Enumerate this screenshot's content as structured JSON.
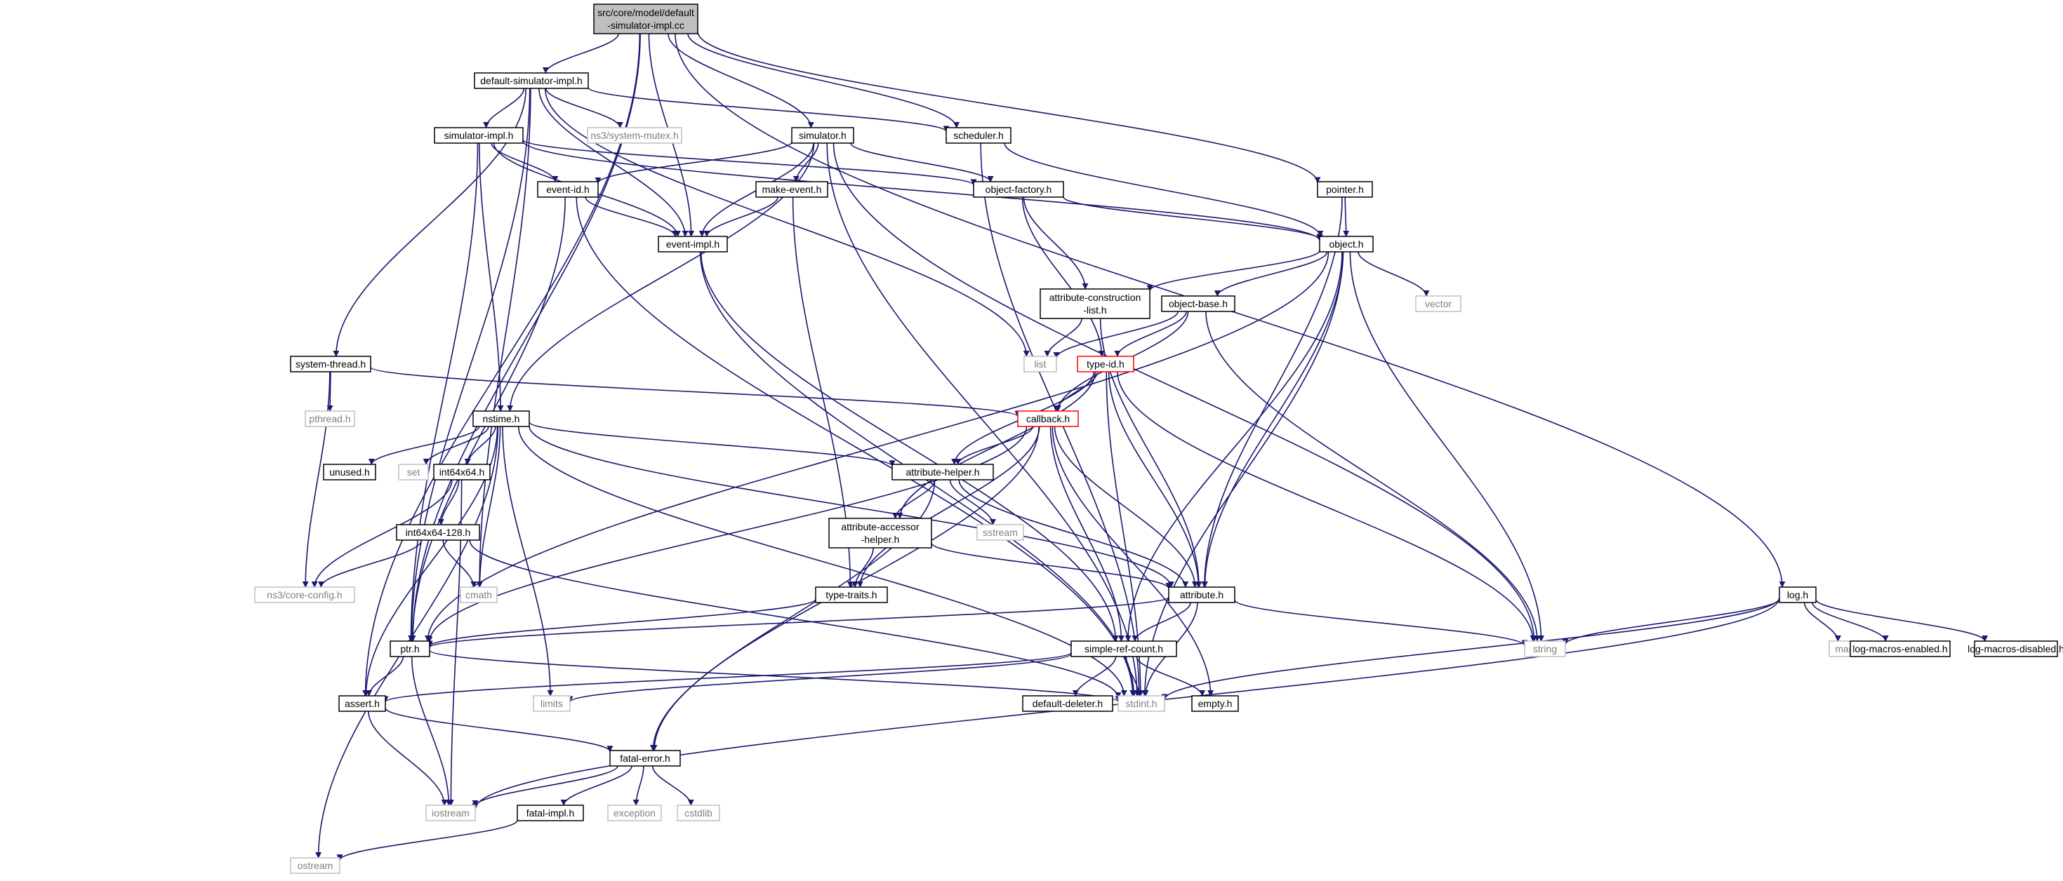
{
  "colors": {
    "edge": "#191970",
    "node_border": "#000000",
    "external_border": "#bfbfbf",
    "external_text": "#7f7f7f",
    "root_fill": "#bfbfbf",
    "truncated_border": "#ff0000",
    "text": "#000000"
  },
  "nodes": [
    {
      "id": "root",
      "lines": [
        "src/core/model/default",
        "-simulator-impl.cc"
      ],
      "kind": "root"
    },
    {
      "id": "default_simulator_impl_h",
      "lines": [
        "default-simulator-impl.h"
      ],
      "kind": "normal"
    },
    {
      "id": "simulator_h",
      "lines": [
        "simulator.h"
      ],
      "kind": "normal"
    },
    {
      "id": "scheduler_h",
      "lines": [
        "scheduler.h"
      ],
      "kind": "normal"
    },
    {
      "id": "simulator_impl_h",
      "lines": [
        "simulator-impl.h"
      ],
      "kind": "normal"
    },
    {
      "id": "system_mutex_h",
      "lines": [
        "ns3/system-mutex.h"
      ],
      "kind": "external"
    },
    {
      "id": "pointer_h",
      "lines": [
        "pointer.h"
      ],
      "kind": "normal"
    },
    {
      "id": "event_id_h",
      "lines": [
        "event-id.h"
      ],
      "kind": "normal"
    },
    {
      "id": "make_event_h",
      "lines": [
        "make-event.h"
      ],
      "kind": "normal"
    },
    {
      "id": "object_factory_h",
      "lines": [
        "object-factory.h"
      ],
      "kind": "normal"
    },
    {
      "id": "event_impl_h",
      "lines": [
        "event-impl.h"
      ],
      "kind": "normal"
    },
    {
      "id": "object_h",
      "lines": [
        "object.h"
      ],
      "kind": "normal"
    },
    {
      "id": "attr_construction_list_h",
      "lines": [
        "attribute-construction",
        "-list.h"
      ],
      "kind": "normal"
    },
    {
      "id": "object_base_h",
      "lines": [
        "object-base.h"
      ],
      "kind": "normal"
    },
    {
      "id": "vector",
      "lines": [
        "vector"
      ],
      "kind": "external"
    },
    {
      "id": "list",
      "lines": [
        "list"
      ],
      "kind": "external"
    },
    {
      "id": "type_id_h",
      "lines": [
        "type-id.h"
      ],
      "kind": "truncated"
    },
    {
      "id": "system_thread_h",
      "lines": [
        "system-thread.h"
      ],
      "kind": "normal"
    },
    {
      "id": "pthread_h",
      "lines": [
        "pthread.h"
      ],
      "kind": "external"
    },
    {
      "id": "nstime_h",
      "lines": [
        "nstime.h"
      ],
      "kind": "normal"
    },
    {
      "id": "callback_h",
      "lines": [
        "callback.h"
      ],
      "kind": "truncated"
    },
    {
      "id": "unused_h",
      "lines": [
        "unused.h"
      ],
      "kind": "normal"
    },
    {
      "id": "set",
      "lines": [
        "set"
      ],
      "kind": "external"
    },
    {
      "id": "int64x64_h",
      "lines": [
        "int64x64.h"
      ],
      "kind": "normal"
    },
    {
      "id": "attribute_helper_h",
      "lines": [
        "attribute-helper.h"
      ],
      "kind": "normal"
    },
    {
      "id": "sstream",
      "lines": [
        "sstream"
      ],
      "kind": "external"
    },
    {
      "id": "attr_accessor_helper_h",
      "lines": [
        "attribute-accessor",
        "-helper.h"
      ],
      "kind": "normal"
    },
    {
      "id": "int64x64_128_h",
      "lines": [
        "int64x64-128.h"
      ],
      "kind": "normal"
    },
    {
      "id": "core_config_h",
      "lines": [
        "ns3/core-config.h"
      ],
      "kind": "external"
    },
    {
      "id": "cmath",
      "lines": [
        "cmath"
      ],
      "kind": "external"
    },
    {
      "id": "type_traits_h",
      "lines": [
        "type-traits.h"
      ],
      "kind": "normal"
    },
    {
      "id": "attribute_h",
      "lines": [
        "attribute.h"
      ],
      "kind": "normal"
    },
    {
      "id": "string",
      "lines": [
        "string"
      ],
      "kind": "external"
    },
    {
      "id": "log_h",
      "lines": [
        "log.h"
      ],
      "kind": "normal"
    },
    {
      "id": "map",
      "lines": [
        "map"
      ],
      "kind": "external"
    },
    {
      "id": "log_macros_enabled_h",
      "lines": [
        "log-macros-enabled.h"
      ],
      "kind": "normal"
    },
    {
      "id": "log_macros_disabled_h",
      "lines": [
        "log-macros-disabled.h"
      ],
      "kind": "normal"
    },
    {
      "id": "ptr_h",
      "lines": [
        "ptr.h"
      ],
      "kind": "normal"
    },
    {
      "id": "simple_ref_count_h",
      "lines": [
        "simple-ref-count.h"
      ],
      "kind": "normal"
    },
    {
      "id": "assert_h",
      "lines": [
        "assert.h"
      ],
      "kind": "normal"
    },
    {
      "id": "limits",
      "lines": [
        "limits"
      ],
      "kind": "external"
    },
    {
      "id": "default_deleter_h",
      "lines": [
        "default-deleter.h"
      ],
      "kind": "normal"
    },
    {
      "id": "stdint_h",
      "lines": [
        "stdint.h"
      ],
      "kind": "external"
    },
    {
      "id": "empty_h",
      "lines": [
        "empty.h"
      ],
      "kind": "normal"
    },
    {
      "id": "fatal_error_h",
      "lines": [
        "fatal-error.h"
      ],
      "kind": "normal"
    },
    {
      "id": "iostream",
      "lines": [
        "iostream"
      ],
      "kind": "external"
    },
    {
      "id": "exception",
      "lines": [
        "exception"
      ],
      "kind": "external"
    },
    {
      "id": "cstdlib",
      "lines": [
        "cstdlib"
      ],
      "kind": "external"
    },
    {
      "id": "fatal_impl_h",
      "lines": [
        "fatal-impl.h"
      ],
      "kind": "normal"
    },
    {
      "id": "ostream",
      "lines": [
        "ostream"
      ],
      "kind": "external"
    }
  ],
  "edges": [
    [
      "root",
      "default_simulator_impl_h"
    ],
    [
      "root",
      "simulator_h"
    ],
    [
      "root",
      "scheduler_h"
    ],
    [
      "root",
      "pointer_h"
    ],
    [
      "root",
      "event_impl_h"
    ],
    [
      "root",
      "log_h"
    ],
    [
      "root",
      "ptr_h"
    ],
    [
      "root",
      "assert_h"
    ],
    [
      "default_simulator_impl_h",
      "simulator_impl_h"
    ],
    [
      "default_simulator_impl_h",
      "system_mutex_h"
    ],
    [
      "default_simulator_impl_h",
      "scheduler_h"
    ],
    [
      "default_simulator_impl_h",
      "event_impl_h"
    ],
    [
      "default_simulator_impl_h",
      "system_thread_h"
    ],
    [
      "default_simulator_impl_h",
      "list"
    ],
    [
      "default_simulator_impl_h",
      "cmath"
    ],
    [
      "default_simulator_impl_h",
      "ptr_h"
    ],
    [
      "simulator_impl_h",
      "event_id_h"
    ],
    [
      "simulator_impl_h",
      "event_impl_h"
    ],
    [
      "simulator_impl_h",
      "nstime_h"
    ],
    [
      "simulator_impl_h",
      "object_h"
    ],
    [
      "simulator_impl_h",
      "object_factory_h"
    ],
    [
      "simulator_impl_h",
      "ptr_h"
    ],
    [
      "simulator_h",
      "event_id_h"
    ],
    [
      "simulator_h",
      "event_impl_h"
    ],
    [
      "simulator_h",
      "make_event_h"
    ],
    [
      "simulator_h",
      "nstime_h"
    ],
    [
      "simulator_h",
      "object_factory_h"
    ],
    [
      "simulator_h",
      "string"
    ],
    [
      "simulator_h",
      "stdint_h"
    ],
    [
      "scheduler_h",
      "object_h"
    ],
    [
      "scheduler_h",
      "stdint_h"
    ],
    [
      "pointer_h",
      "object_h"
    ],
    [
      "pointer_h",
      "attribute_h"
    ],
    [
      "event_id_h",
      "event_impl_h"
    ],
    [
      "event_id_h",
      "ptr_h"
    ],
    [
      "event_id_h",
      "stdint_h"
    ],
    [
      "make_event_h",
      "event_impl_h"
    ],
    [
      "make_event_h",
      "type_traits_h"
    ],
    [
      "event_impl_h",
      "simple_ref_count_h"
    ],
    [
      "event_impl_h",
      "stdint_h"
    ],
    [
      "object_factory_h",
      "object_h"
    ],
    [
      "object_factory_h",
      "attr_construction_list_h"
    ],
    [
      "object_factory_h",
      "type_id_h"
    ],
    [
      "object_h",
      "attr_construction_list_h"
    ],
    [
      "object_h",
      "object_base_h"
    ],
    [
      "object_h",
      "vector"
    ],
    [
      "object_h",
      "string"
    ],
    [
      "object_h",
      "attribute_h"
    ],
    [
      "object_h",
      "ptr_h"
    ],
    [
      "object_h",
      "simple_ref_count_h"
    ],
    [
      "object_h",
      "stdint_h"
    ],
    [
      "attr_construction_list_h",
      "list"
    ],
    [
      "attr_construction_list_h",
      "attribute_h"
    ],
    [
      "object_base_h",
      "type_id_h"
    ],
    [
      "object_base_h",
      "callback_h"
    ],
    [
      "object_base_h",
      "list"
    ],
    [
      "object_base_h",
      "string"
    ],
    [
      "type_id_h",
      "callback_h"
    ],
    [
      "type_id_h",
      "attribute_helper_h"
    ],
    [
      "type_id_h",
      "attr_accessor_helper_h"
    ],
    [
      "type_id_h",
      "attribute_h"
    ],
    [
      "type_id_h",
      "string"
    ],
    [
      "type_id_h",
      "stdint_h"
    ],
    [
      "system_thread_h",
      "pthread_h"
    ],
    [
      "system_thread_h",
      "callback_h"
    ],
    [
      "system_thread_h",
      "core_config_h"
    ],
    [
      "nstime_h",
      "unused_h"
    ],
    [
      "nstime_h",
      "set"
    ],
    [
      "nstime_h",
      "int64x64_h"
    ],
    [
      "nstime_h",
      "attribute_helper_h"
    ],
    [
      "nstime_h",
      "attribute_h"
    ],
    [
      "nstime_h",
      "cmath"
    ],
    [
      "nstime_h",
      "limits"
    ],
    [
      "nstime_h",
      "ostream"
    ],
    [
      "nstime_h",
      "assert_h"
    ],
    [
      "nstime_h",
      "stdint_h"
    ],
    [
      "callback_h",
      "attribute_helper_h"
    ],
    [
      "callback_h",
      "type_traits_h"
    ],
    [
      "callback_h",
      "attribute_h"
    ],
    [
      "callback_h",
      "simple_ref_count_h"
    ],
    [
      "callback_h",
      "ptr_h"
    ],
    [
      "callback_h",
      "fatal_error_h"
    ],
    [
      "callback_h",
      "empty_h"
    ],
    [
      "int64x64_h",
      "int64x64_128_h"
    ],
    [
      "int64x64_h",
      "core_config_h"
    ],
    [
      "int64x64_h",
      "iostream"
    ],
    [
      "int64x64_128_h",
      "core_config_h"
    ],
    [
      "int64x64_128_h",
      "cmath"
    ],
    [
      "int64x64_128_h",
      "stdint_h"
    ],
    [
      "attribute_helper_h",
      "sstream"
    ],
    [
      "attribute_helper_h",
      "attr_accessor_helper_h"
    ],
    [
      "attribute_helper_h",
      "attribute_h"
    ],
    [
      "attribute_helper_h",
      "fatal_error_h"
    ],
    [
      "attr_accessor_helper_h",
      "type_traits_h"
    ],
    [
      "attr_accessor_helper_h",
      "attribute_h"
    ],
    [
      "type_traits_h",
      "ptr_h"
    ],
    [
      "attribute_h",
      "ptr_h"
    ],
    [
      "attribute_h",
      "simple_ref_count_h"
    ],
    [
      "attribute_h",
      "string"
    ],
    [
      "attribute_h",
      "stdint_h"
    ],
    [
      "log_h",
      "string"
    ],
    [
      "log_h",
      "map"
    ],
    [
      "log_h",
      "log_macros_enabled_h"
    ],
    [
      "log_h",
      "log_macros_disabled_h"
    ],
    [
      "log_h",
      "iostream"
    ],
    [
      "log_h",
      "stdint_h"
    ],
    [
      "ptr_h",
      "assert_h"
    ],
    [
      "ptr_h",
      "iostream"
    ],
    [
      "ptr_h",
      "stdint_h"
    ],
    [
      "simple_ref_count_h",
      "default_deleter_h"
    ],
    [
      "simple_ref_count_h",
      "empty_h"
    ],
    [
      "simple_ref_count_h",
      "limits"
    ],
    [
      "simple_ref_count_h",
      "stdint_h"
    ],
    [
      "simple_ref_count_h",
      "assert_h"
    ],
    [
      "assert_h",
      "fatal_error_h"
    ],
    [
      "assert_h",
      "iostream"
    ],
    [
      "fatal_error_h",
      "iostream"
    ],
    [
      "fatal_error_h",
      "exception"
    ],
    [
      "fatal_error_h",
      "cstdlib"
    ],
    [
      "fatal_error_h",
      "fatal_impl_h"
    ],
    [
      "fatal_impl_h",
      "ostream"
    ]
  ]
}
